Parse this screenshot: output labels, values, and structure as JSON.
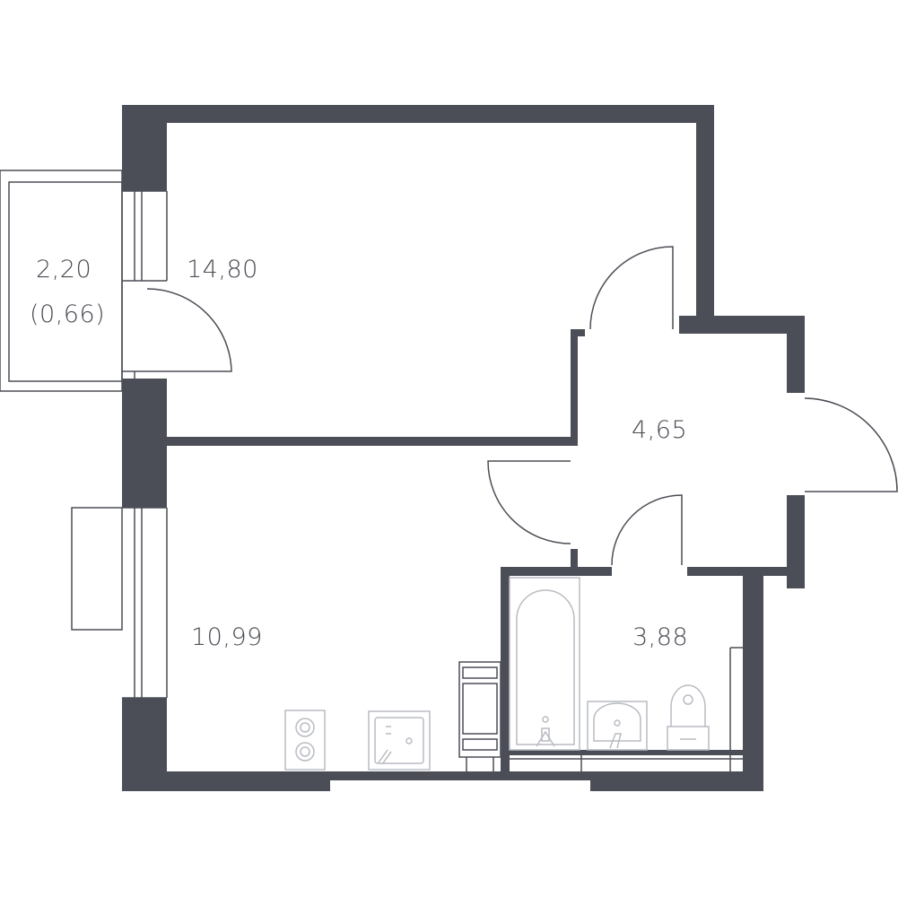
{
  "colors": {
    "wall": "#4b4e56",
    "line": "#4b4e56",
    "fixture": "#b8bcc2",
    "background": "#ffffff"
  },
  "rooms": [
    {
      "id": "balcony",
      "area": "2,20",
      "sub": "(0,66)"
    },
    {
      "id": "bedroom",
      "area": "14,80"
    },
    {
      "id": "hall",
      "area": "4,65"
    },
    {
      "id": "kitchen",
      "area": "10,99"
    },
    {
      "id": "bathroom",
      "area": "3,88"
    }
  ],
  "fixtures": [
    "stove-icon",
    "kitchen-sink-icon",
    "washing-machine-icon",
    "bathtub-icon",
    "washbasin-icon",
    "toilet-icon"
  ]
}
